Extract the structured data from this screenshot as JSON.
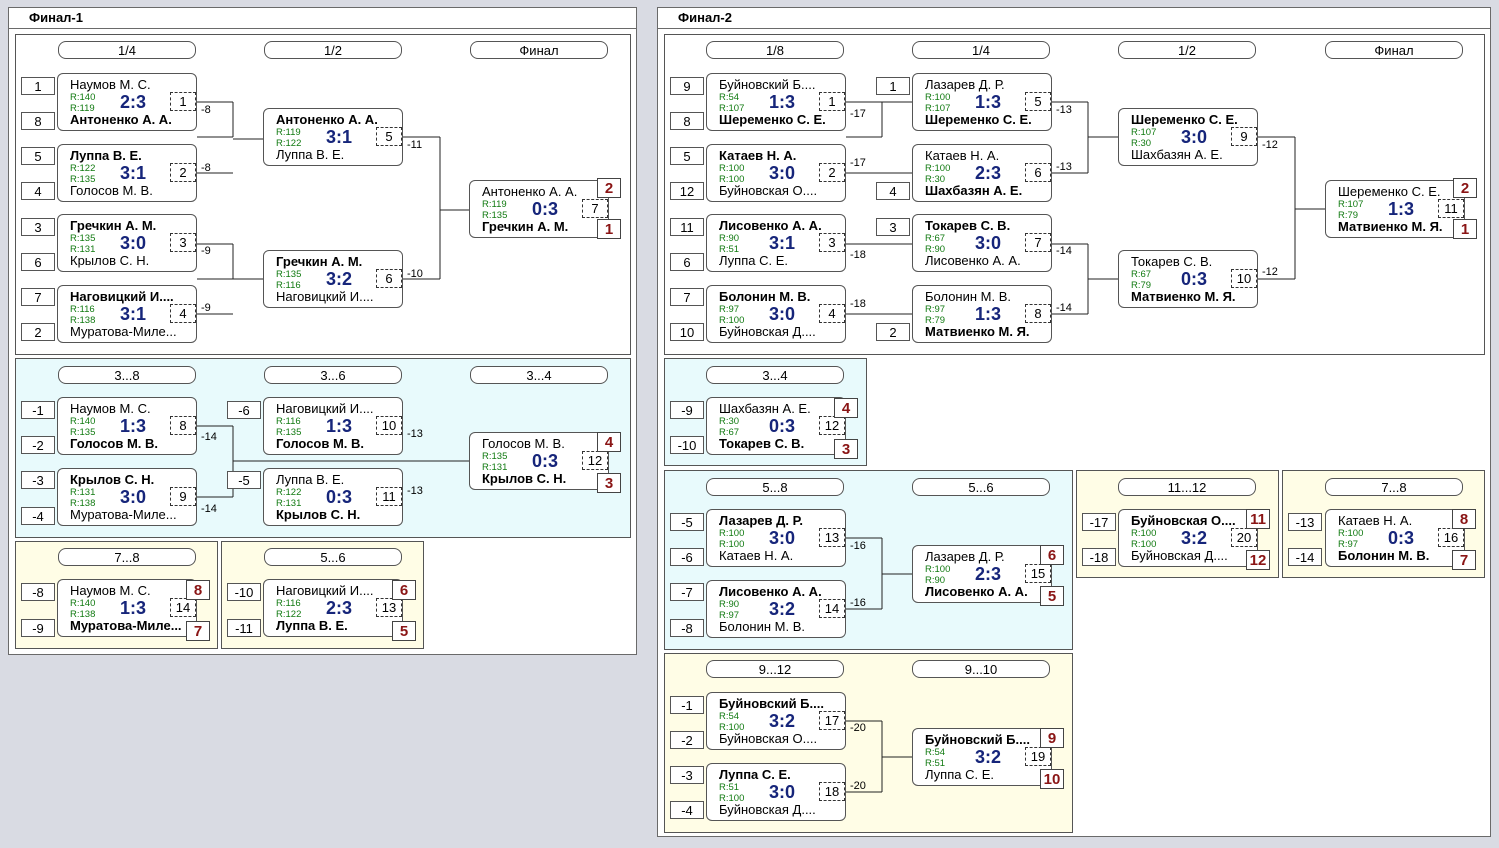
{
  "panels": [
    {
      "title": "Финал-1"
    },
    {
      "title": "Финал-2"
    }
  ],
  "headers": [
    "1/4",
    "1/2",
    "Финал",
    "3...8",
    "3...6",
    "3...4",
    "7...8",
    "5...6",
    "1/8",
    "1/4",
    "1/2",
    "Финал",
    "3...4",
    "5...8",
    "5...6",
    "11...12",
    "7...8",
    "9...12",
    "9...10"
  ],
  "seeds": [
    "1",
    "8",
    "5",
    "4",
    "3",
    "6",
    "7",
    "2",
    "-1",
    "-2",
    "-3",
    "-4",
    "-6",
    "-5",
    "-8",
    "-9",
    "-10",
    "-11",
    "9",
    "8",
    "5",
    "12",
    "11",
    "6",
    "7",
    "10",
    "1",
    "4",
    "3",
    "2",
    "-9",
    "-10",
    "-5",
    "-6",
    "-7",
    "-8",
    "-17",
    "-18",
    "-13",
    "-14",
    "-1",
    "-2",
    "-3",
    "-4"
  ],
  "matches": [
    {
      "p1": "Наумов М. С.",
      "r1": "R:140",
      "p2": "Антоненко А. А.",
      "r2": "R:119",
      "score": "2:3",
      "num": "1",
      "w": 2
    },
    {
      "p1": "Луппа В. Е.",
      "r1": "R:122",
      "p2": "Голосов М. В.",
      "r2": "R:135",
      "score": "3:1",
      "num": "2",
      "w": 1
    },
    {
      "p1": "Гречкин А. М.",
      "r1": "R:135",
      "p2": "Крылов С. Н.",
      "r2": "R:131",
      "score": "3:0",
      "num": "3",
      "w": 1
    },
    {
      "p1": "Наговицкий И....",
      "r1": "R:116",
      "p2": "Муратова-Миле...",
      "r2": "R:138",
      "score": "3:1",
      "num": "4",
      "w": 1
    },
    {
      "p1": "Антоненко А. А.",
      "r1": "R:119",
      "p2": "Луппа В. Е.",
      "r2": "R:122",
      "score": "3:1",
      "num": "5",
      "w": 1
    },
    {
      "p1": "Гречкин А. М.",
      "r1": "R:135",
      "p2": "Наговицкий И....",
      "r2": "R:116",
      "score": "3:2",
      "num": "6",
      "w": 1
    },
    {
      "p1": "Антоненко А. А.",
      "r1": "R:119",
      "p2": "Гречкин А. М.",
      "r2": "R:135",
      "score": "0:3",
      "num": "7",
      "w": 2
    },
    {
      "p1": "Наумов М. С.",
      "r1": "R:140",
      "p2": "Голосов М. В.",
      "r2": "R:135",
      "score": "1:3",
      "num": "8",
      "w": 2
    },
    {
      "p1": "Крылов С. Н.",
      "r1": "R:131",
      "p2": "Муратова-Миле...",
      "r2": "R:138",
      "score": "3:0",
      "num": "9",
      "w": 1
    },
    {
      "p1": "Наговицкий И....",
      "r1": "R:116",
      "p2": "Голосов М. В.",
      "r2": "R:135",
      "score": "1:3",
      "num": "10",
      "w": 2
    },
    {
      "p1": "Луппа В. Е.",
      "r1": "R:122",
      "p2": "Крылов С. Н.",
      "r2": "R:131",
      "score": "0:3",
      "num": "11",
      "w": 2
    },
    {
      "p1": "Голосов М. В.",
      "r1": "R:135",
      "p2": "Крылов С. Н.",
      "r2": "R:131",
      "score": "0:3",
      "num": "12",
      "w": 2
    },
    {
      "p1": "Наумов М. С.",
      "r1": "R:140",
      "p2": "Муратова-Миле...",
      "r2": "R:138",
      "score": "1:3",
      "num": "14",
      "w": 2
    },
    {
      "p1": "Наговицкий И....",
      "r1": "R:116",
      "p2": "Луппа В. Е.",
      "r2": "R:122",
      "score": "2:3",
      "num": "13",
      "w": 2
    },
    {
      "p1": "Буйновский Б....",
      "r1": "R:54",
      "p2": "Шеременко С. Е.",
      "r2": "R:107",
      "score": "1:3",
      "num": "1",
      "w": 2
    },
    {
      "p1": "Катаев Н. А.",
      "r1": "R:100",
      "p2": "Буйновская О....",
      "r2": "R:100",
      "score": "3:0",
      "num": "2",
      "w": 1
    },
    {
      "p1": "Лисовенко А. А.",
      "r1": "R:90",
      "p2": "Луппа С. Е.",
      "r2": "R:51",
      "score": "3:1",
      "num": "3",
      "w": 1
    },
    {
      "p1": "Болонин М. В.",
      "r1": "R:97",
      "p2": "Буйновская Д....",
      "r2": "R:100",
      "score": "3:0",
      "num": "4",
      "w": 1
    },
    {
      "p1": "Лазарев Д. Р.",
      "r1": "R:100",
      "p2": "Шеременко С. Е.",
      "r2": "R:107",
      "score": "1:3",
      "num": "5",
      "w": 2
    },
    {
      "p1": "Катаев Н. А.",
      "r1": "R:100",
      "p2": "Шахбазян А. Е.",
      "r2": "R:30",
      "score": "2:3",
      "num": "6",
      "w": 2
    },
    {
      "p1": "Токарев С. В.",
      "r1": "R:67",
      "p2": "Лисовенко А. А.",
      "r2": "R:90",
      "score": "3:0",
      "num": "7",
      "w": 1
    },
    {
      "p1": "Болонин М. В.",
      "r1": "R:97",
      "p2": "Матвиенко М. Я.",
      "r2": "R:79",
      "score": "1:3",
      "num": "8",
      "w": 2
    },
    {
      "p1": "Шеременко С. Е.",
      "r1": "R:107",
      "p2": "Шахбазян А. Е.",
      "r2": "R:30",
      "score": "3:0",
      "num": "9",
      "w": 1
    },
    {
      "p1": "Токарев С. В.",
      "r1": "R:67",
      "p2": "Матвиенко М. Я.",
      "r2": "R:79",
      "score": "0:3",
      "num": "10",
      "w": 2
    },
    {
      "p1": "Шеременко С. Е.",
      "r1": "R:107",
      "p2": "Матвиенко М. Я.",
      "r2": "R:79",
      "score": "1:3",
      "num": "11",
      "w": 2
    },
    {
      "p1": "Шахбазян А. Е.",
      "r1": "R:30",
      "p2": "Токарев С. В.",
      "r2": "R:67",
      "score": "0:3",
      "num": "12",
      "w": 2
    },
    {
      "p1": "Лазарев Д. Р.",
      "r1": "R:100",
      "p2": "Катаев Н. А.",
      "r2": "R:100",
      "score": "3:0",
      "num": "13",
      "w": 1
    },
    {
      "p1": "Лисовенко А. А.",
      "r1": "R:90",
      "p2": "Болонин М. В.",
      "r2": "R:97",
      "score": "3:2",
      "num": "14",
      "w": 1
    },
    {
      "p1": "Лазарев Д. Р.",
      "r1": "R:100",
      "p2": "Лисовенко А. А.",
      "r2": "R:90",
      "score": "2:3",
      "num": "15",
      "w": 2
    },
    {
      "p1": "Буйновская О....",
      "r1": "R:100",
      "p2": "Буйновская Д....",
      "r2": "R:100",
      "score": "3:2",
      "num": "20",
      "w": 1
    },
    {
      "p1": "Катаев Н. А.",
      "r1": "R:100",
      "p2": "Болонин М. В.",
      "r2": "R:97",
      "score": "0:3",
      "num": "16",
      "w": 2
    },
    {
      "p1": "Буйновский Б....",
      "r1": "R:54",
      "p2": "Буйновская О....",
      "r2": "R:100",
      "score": "3:2",
      "num": "17",
      "w": 1
    },
    {
      "p1": "Луппа С. Е.",
      "r1": "R:51",
      "p2": "Буйновская Д....",
      "r2": "R:100",
      "score": "3:0",
      "num": "18",
      "w": 1
    },
    {
      "p1": "Буйновский Б....",
      "r1": "R:54",
      "p2": "Луппа С. Е.",
      "r2": "R:51",
      "score": "3:2",
      "num": "19",
      "w": 1
    }
  ],
  "losses": [
    "-8",
    "-8",
    "-9",
    "-9",
    "-11",
    "-10",
    "-14",
    "-14",
    "-13",
    "-13",
    "-17",
    "-17",
    "-18",
    "-18",
    "-13",
    "-13",
    "-14",
    "-14",
    "-12",
    "-12",
    "-16",
    "-16",
    "-20",
    "-20"
  ],
  "places": [
    "2",
    "1",
    "4",
    "3",
    "8",
    "7",
    "6",
    "5",
    "2",
    "1",
    "4",
    "3",
    "6",
    "5",
    "11",
    "12",
    "8",
    "7",
    "9",
    "10"
  ]
}
